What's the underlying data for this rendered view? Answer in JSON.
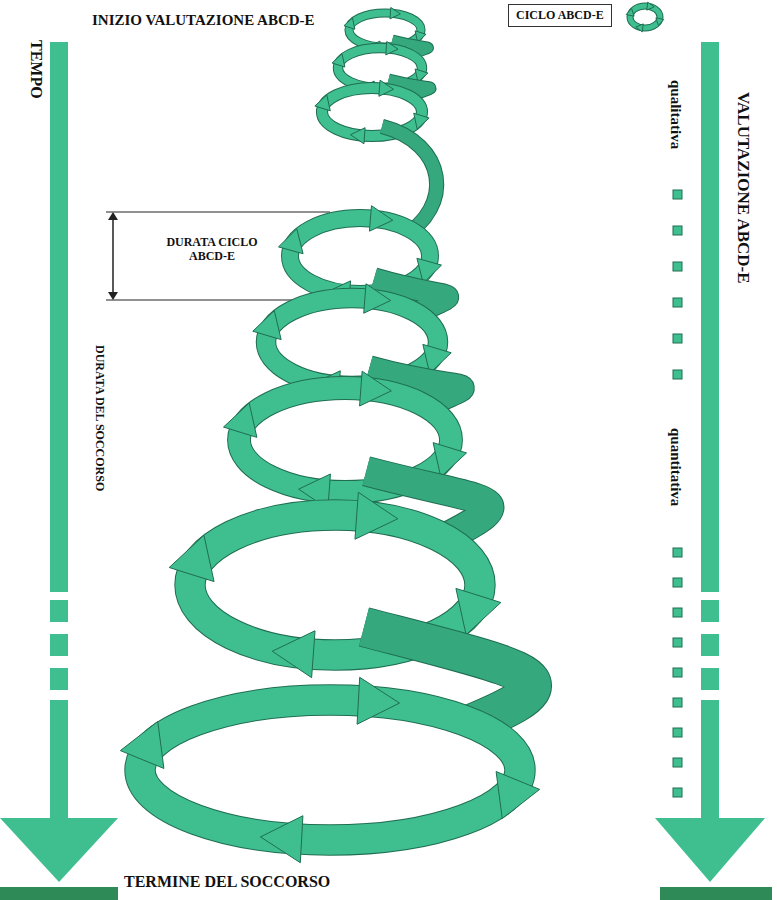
{
  "diagram": {
    "nodes": [
      {
        "text": [
          "CICLO ABCD-E"
        ]
      }
    ],
    "labels": [
      "INIZIO VALUTAZIONE ABCD-E",
      "TEMPO",
      "DURATA CICLO ABCD-E",
      "DURATA DEL SOCCORSO",
      "VALUTAZIONE ABCD-E",
      "qualitativa",
      "quantitativa",
      "TERMINE DEL SOCCORSO"
    ]
  }
}
